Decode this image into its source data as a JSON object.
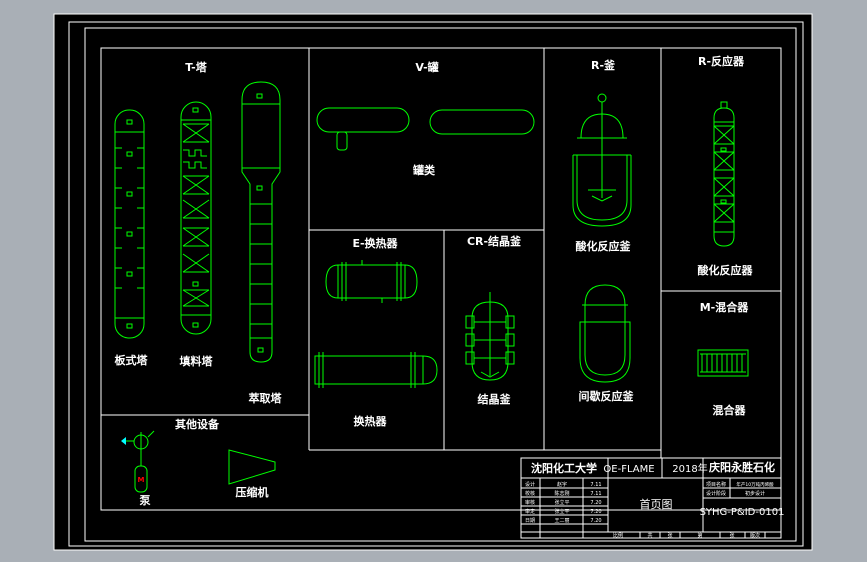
{
  "colors": {
    "background": "#a9afb6",
    "sheet": "#000000",
    "frame": "#ffffff",
    "equipment": "#00ff00",
    "accent": "#ff0000"
  },
  "sections": {
    "towers": "T-塔",
    "tanks": "V-罐",
    "kettles": "R-釜",
    "reactors": "R-反应器",
    "heat_exchangers": "E-换热器",
    "crystallizer": "CR-结晶釜",
    "mixers": "M-混合器",
    "conveying": "其他设备"
  },
  "equipment": {
    "plate_tower": "板式塔",
    "packed_tower": "填料塔",
    "stripper": "萃取塔",
    "tank": "罐类",
    "stirred_kettle": "酸化反应釜",
    "jacketed_kettle": "间歇反应釜",
    "fixed_bed_reactor": "酸化反应器",
    "heat_exchanger": "换热器",
    "crystallizer": "结晶釜",
    "mixer": "混合器",
    "pump": "泵",
    "compressor": "压缩机",
    "pump_motor_letter": "M"
  },
  "title_block": {
    "university": "沈阳化工大学",
    "team": "OE-FLAME",
    "year": "2018年",
    "project": "庆阳永胜石化",
    "drawing_name": "首页图",
    "drawing_number": "SYHG-P&ID-0101",
    "left_rows": [
      {
        "role": "设计",
        "name": "赵宇",
        "date": "7.11"
      },
      {
        "role": "校核",
        "name": "陈志刚",
        "date": "7.11"
      },
      {
        "role": "审核",
        "name": "张立平",
        "date": "7.20"
      },
      {
        "role": "审定",
        "name": "张立平",
        "date": "7.20"
      },
      {
        "role": "日期",
        "name": "王二丽",
        "date": "7.20"
      }
    ],
    "right_rows": [
      {
        "label": "项目名称",
        "value": "年产10万吨丙烯酸"
      },
      {
        "label": "设计阶段",
        "value": "初步设计"
      }
    ],
    "bottom_cells": [
      "比例",
      "共",
      "张",
      "第",
      "张",
      "版次"
    ]
  }
}
